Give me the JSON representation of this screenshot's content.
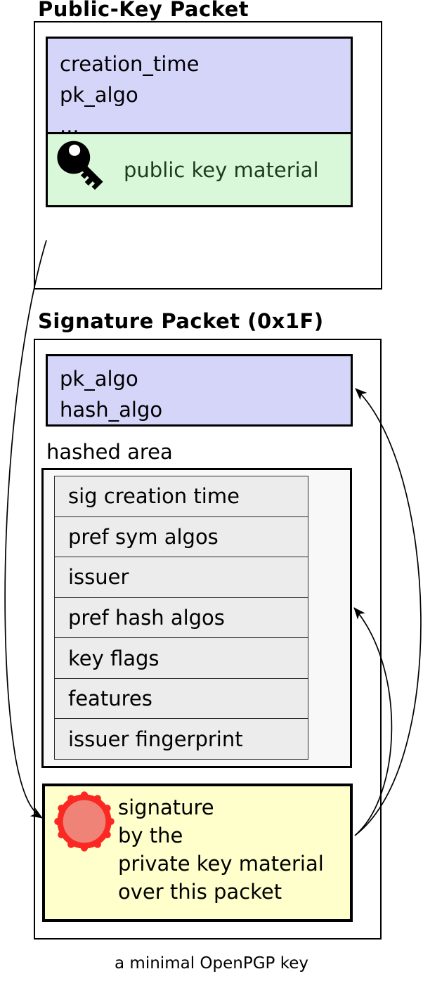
{
  "caption": "a minimal OpenPGP key",
  "colors": {
    "lavender": "#d5d5fa",
    "green": "#d9f8d9",
    "green-text": "#1c3c1c",
    "hashed-bg": "#f8f8f8",
    "row-bg": "#ececec",
    "yellow": "#ffffcc",
    "seal-red": "#fb2823",
    "seal-fill": "#ef8378"
  },
  "public_key_packet": {
    "title": "Public-Key Packet",
    "fields": [
      "creation_time",
      "pk_algo",
      "..."
    ],
    "material_label": "public key material"
  },
  "signature_packet": {
    "title": "Signature Packet (0x1F)",
    "fields": [
      "pk_algo",
      "hash_algo"
    ],
    "hashed_area_label": "hashed area",
    "subpackets": [
      "sig creation time",
      "pref sym algos",
      "issuer",
      "pref hash algos",
      "key flags",
      "features",
      "issuer fingerprint"
    ],
    "signature_lines": [
      "signature",
      "by the",
      "private key material",
      "over this packet"
    ]
  }
}
